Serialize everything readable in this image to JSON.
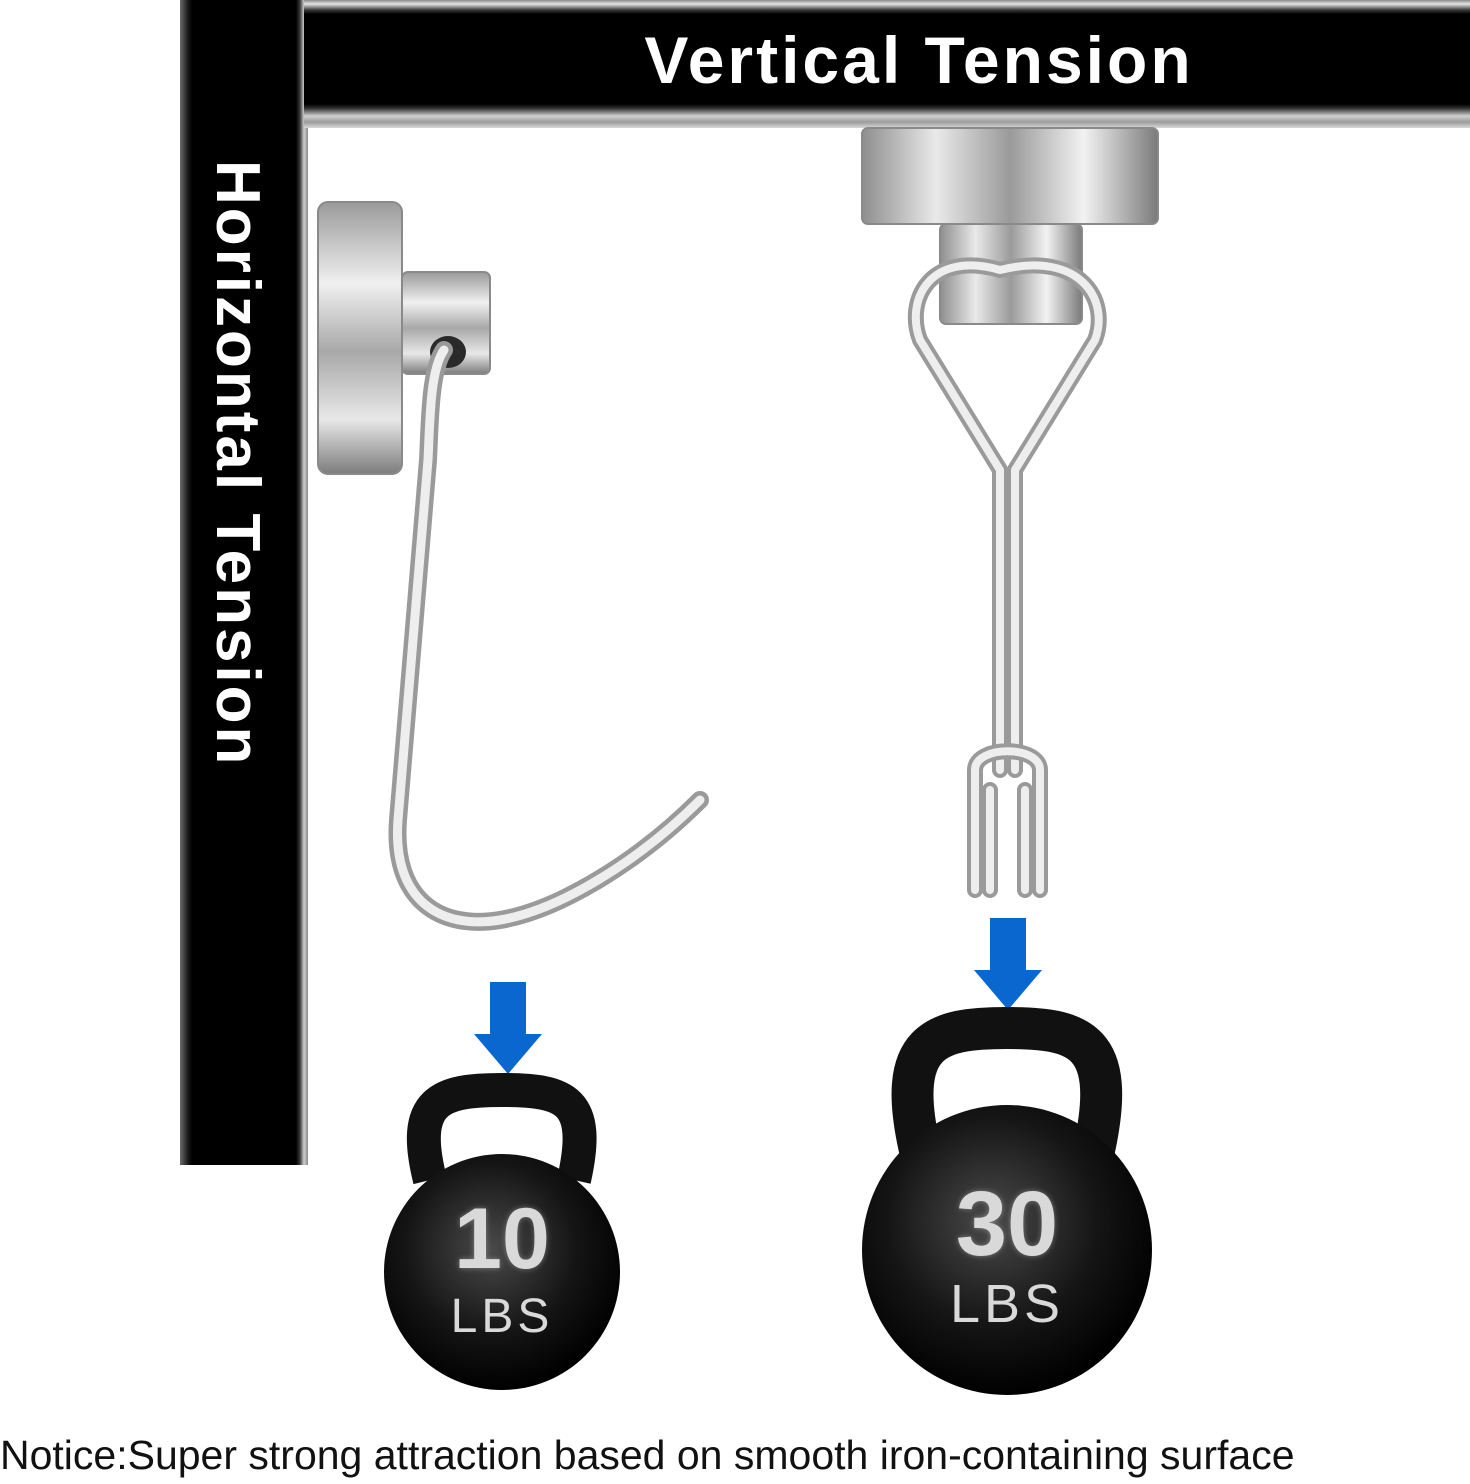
{
  "labels": {
    "vertical": "Vertical Tension",
    "horizontal": "Horizontal Tension"
  },
  "weights": {
    "left": {
      "value": "10",
      "unit": "LBS"
    },
    "right": {
      "value": "30",
      "unit": "LBS"
    }
  },
  "notice": "Notice:Super strong attraction based on smooth iron-containing surface",
  "colors": {
    "arrow": "#0a67d0",
    "bar": "#000000",
    "weight": "#111111"
  }
}
